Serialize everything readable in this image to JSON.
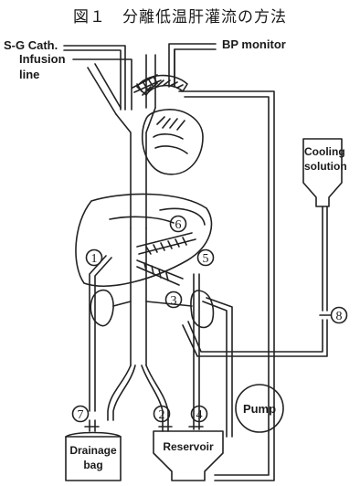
{
  "title": "図１　分離低温肝灌流の方法",
  "labels": {
    "sg_cath": "S-G Cath.",
    "infusion": "Infusion",
    "line": "line",
    "bp_monitor": "BP monitor",
    "cooling_1": "Cooling",
    "cooling_2": "solution",
    "pump": "Pump",
    "drainage_1": "Drainage",
    "drainage_2": "bag",
    "reservoir": "Reservoir"
  },
  "markers": [
    "1",
    "2",
    "3",
    "4",
    "5",
    "6",
    "7",
    "8"
  ]
}
